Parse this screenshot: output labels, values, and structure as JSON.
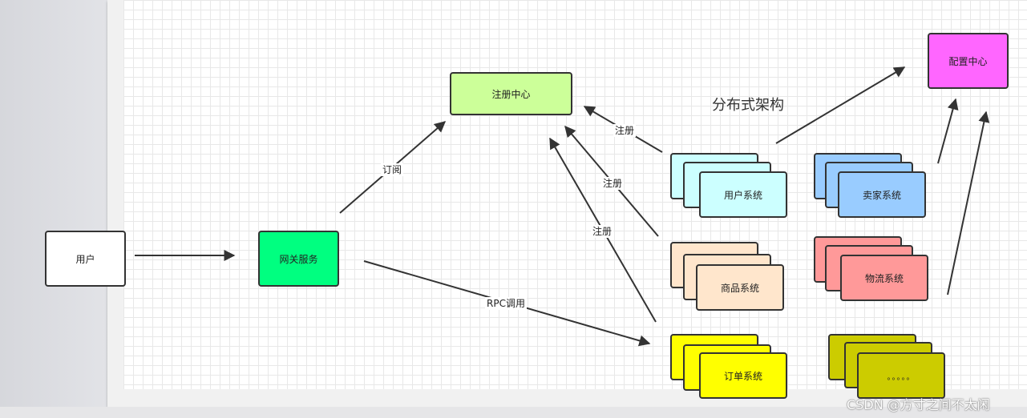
{
  "diagram": {
    "title": "分布式架构",
    "nodes": {
      "user": "用户",
      "gateway": "网关服务",
      "registry": "注册中心",
      "config": "配置中心",
      "user_system": "用户系统",
      "seller_system": "卖家系统",
      "product_system": "商品系统",
      "logistics_system": "物流系统",
      "order_system": "订单系统",
      "more_systems": "。。。。。"
    },
    "edges": {
      "subscribe": "订阅",
      "rpc_call": "RPC调用",
      "register_user": "注册",
      "register_product": "注册",
      "register_order": "注册"
    },
    "colors": {
      "user": "#ffffff",
      "gateway": "#00ff80",
      "registry": "#ccff99",
      "config": "#ff66ff",
      "user_system": "#ccffff",
      "seller_system": "#99ccff",
      "product_system": "#ffe6cc",
      "logistics_system": "#ff9999",
      "order_system": "#ffff00",
      "more_systems": "#cccc00"
    }
  },
  "watermark": "CSDN @方寸之间不太闲"
}
